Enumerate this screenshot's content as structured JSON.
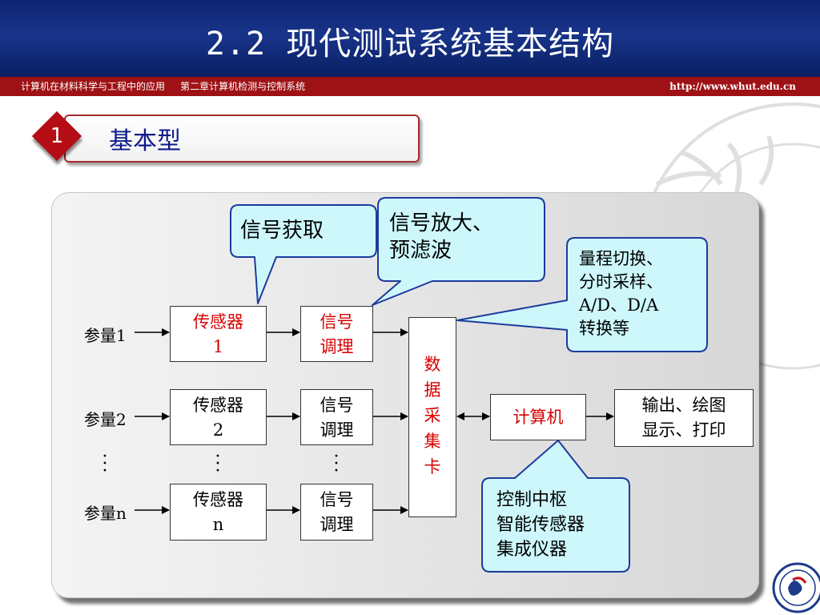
{
  "slide": {
    "title": "2.2 现代测试系统基本结构",
    "course": "计算机在材料科学与工程中的应用",
    "chapter": "第二章计算机检测与控制系统",
    "url": "http://www.whut.edu.cn"
  },
  "section": {
    "number": "1",
    "label": "基本型"
  },
  "diagram": {
    "inputs": [
      "参量1",
      "参量2",
      "参量n"
    ],
    "sensors": [
      {
        "line1": "传感器",
        "line2": "1"
      },
      {
        "line1": "传感器",
        "line2": "2"
      },
      {
        "line1": "传感器",
        "line2": "n"
      }
    ],
    "conditioners": [
      {
        "line1": "信号",
        "line2": "调理"
      },
      {
        "line1": "信号",
        "line2": "调理"
      },
      {
        "line1": "信号",
        "line2": "调理"
      }
    ],
    "daq": [
      "数",
      "据",
      "采",
      "集",
      "卡"
    ],
    "computer": "计算机",
    "output": {
      "line1": "输出、绘图",
      "line2": "显示、打印"
    },
    "callouts": {
      "acquire": "信号获取",
      "amplify": {
        "line1": "信号放大、",
        "line2": "预滤波"
      },
      "convert": {
        "line1": "量程切换、",
        "line2": "分时采样、",
        "line3": "A/D、D/A",
        "line4": "转换等"
      },
      "control": {
        "line1": "控制中枢",
        "line2": "智能传感器",
        "line3": "集成仪器"
      }
    }
  },
  "colors": {
    "title_bg": "#0c2370",
    "sub_bar": "#9e1114",
    "accent_red": "#d80000",
    "callout_fill": "#cdf7fb",
    "callout_border": "#1d3b9c"
  },
  "icons": {
    "section_marker": "red-diamond",
    "logo": "whut-logo"
  }
}
